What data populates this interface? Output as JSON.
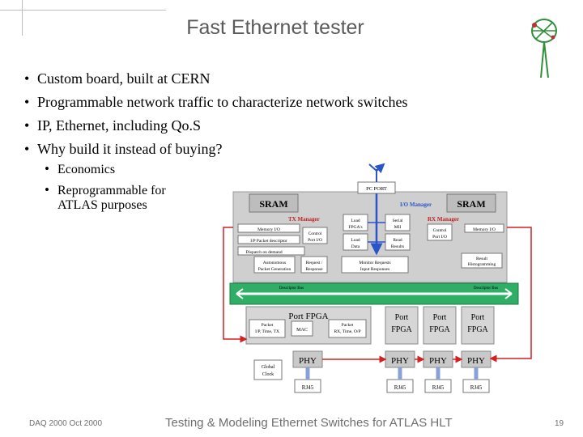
{
  "slide": {
    "title": "Fast Ethernet tester",
    "bullets": [
      "Custom board, built at CERN",
      "Programmable network traffic to characterize network switches",
      "IP, Ethernet, including Qo.S",
      "Why build it instead of buying?"
    ],
    "sub_bullets": {
      "first": "Economics",
      "second_line1": "Reprogrammable for",
      "second_line2": "ATLAS purposes"
    },
    "bullet_glyph": "•"
  },
  "diagram": {
    "pc_port": "PC PORT",
    "io_manager": "I/O Manager",
    "sram_left": "SRAM",
    "sram_right": "SRAM",
    "tx_manager": "TX Manager",
    "rx_manager": "RX Manager",
    "load_fpgas": [
      "Load",
      "FPGA's"
    ],
    "serial_mii": [
      "Serial",
      "MII"
    ],
    "memory_io_left": "Memory I/O",
    "control_port_io_left": [
      "Control",
      "Port I/O"
    ],
    "ip_packet_descriptor": "I/P Packet descriptor",
    "dispatch_on_demand": "Dispatch on demand",
    "load_data": [
      "Load",
      "Data"
    ],
    "read_results": [
      "Read",
      "Results"
    ],
    "control_port_io_right": [
      "Control",
      "Port I/O"
    ],
    "memory_io_right": "Memory I/O",
    "autonomous": [
      "Autonomous",
      "Packet Generation"
    ],
    "request_response": [
      "Request /",
      "Response"
    ],
    "monitor_requests": [
      "Monitor Requests",
      "Input Responses"
    ],
    "result": "Result",
    "histogramming": "Histogramming",
    "descriptor_bus_left": "Descriptor Bus",
    "descriptor_bus_right": "Descriptor Bus",
    "port_fpga_large": "Port FPGA",
    "packet_tx": [
      "Packet",
      "I/P, Time, TX"
    ],
    "mac": "MAC",
    "packet_rx": [
      "Packet",
      "RX, Time, O/P"
    ],
    "port": "Port",
    "fpga": "FPGA",
    "phy": "PHY",
    "rj45": "RJ45",
    "global_clock": [
      "Global",
      "Clock"
    ]
  },
  "footer": {
    "left": "DAQ 2000 Oct 2000",
    "center": "Testing & Modeling Ethernet Switches for ATLAS HLT",
    "page": "19"
  },
  "colors": {
    "title_gray": "#5a5a5a",
    "footer_gray": "#6f6f6f",
    "diagram_gray": "#c9c9c9",
    "bus_green": "#2fae65",
    "arrow_red": "#d42020",
    "io_blue": "#2a55c8",
    "logo_green": "#2f8f3a"
  },
  "icons": {
    "logo": "atlas-logo-icon"
  }
}
